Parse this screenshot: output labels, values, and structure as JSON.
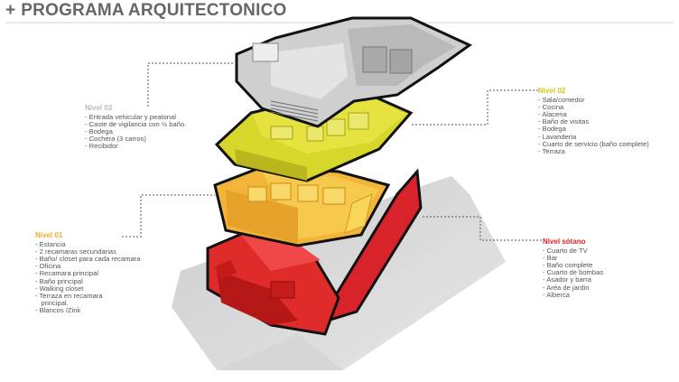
{
  "title": {
    "prefix": "+",
    "text": "PROGRAMA ARQUITECTONICO"
  },
  "levels": {
    "nivel03": {
      "heading": "Nivel 03",
      "items": [
        "- Entrada vehicular y peatonal",
        "- Caste de vigilancia con ½ baño.",
        "- Bodega",
        "- Cochera (3 carros)",
        "- Recibidor"
      ],
      "color": "#b9b9b9"
    },
    "nivel02": {
      "heading": "Nivel 02",
      "items": [
        "- Sala/comedor",
        "- Cocina",
        "- Alacena",
        "- Baño de visitas",
        "- Bodega",
        "- Lavanderia",
        "- Cuarto de servicio (baño complete)",
        "- Terraza"
      ],
      "color": "#d4c818"
    },
    "nivel01": {
      "heading": "Nivel 01",
      "items": [
        "- Estancia",
        "- 2 recamaras secundarias",
        "- Baño/ closet para cada recamara",
        "- Oficina",
        "- Recamara principal",
        "- Baño principal",
        "- Walking closet",
        "- Terraza en recamara",
        "   principal.",
        "- Blancos /Zink"
      ],
      "color": "#e9b028"
    },
    "sotano": {
      "heading": "Nivel sótano",
      "items": [
        "- Cuarto de TV",
        "- Bar",
        "- Baño complete",
        "- Cuarto de bombas",
        "- Asador y barra",
        "- Aréa de jardin",
        "- Alberca"
      ],
      "color": "#e42323"
    }
  }
}
